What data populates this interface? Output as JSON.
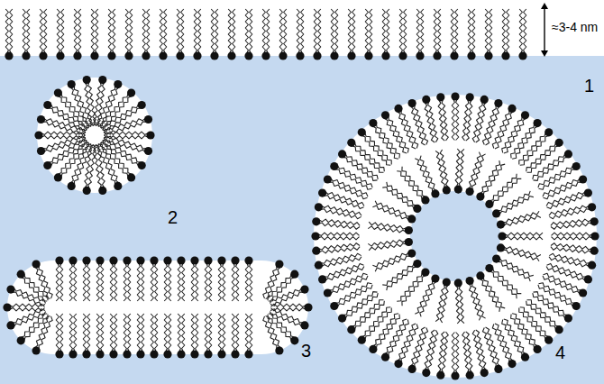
{
  "diagram": {
    "labels": [
      "≈3-4 nm",
      "1",
      "2",
      "3",
      "4"
    ]
  }
}
